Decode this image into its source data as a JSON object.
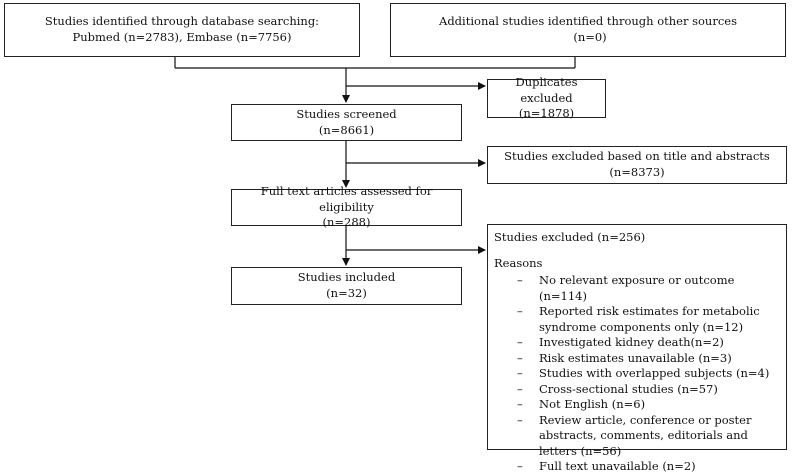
{
  "identification": {
    "database_line1": "Studies identified through database searching:",
    "database_line2": "Pubmed  (n=2783), Embase  (n=7756)",
    "other_line1": "Additional studies identified through other sources",
    "other_line2": "(n=0)"
  },
  "duplicates": {
    "line1": "Duplicates excluded",
    "line2": "(n=1878)"
  },
  "screened": {
    "line1": "Studies screened",
    "line2": "(n=8661)"
  },
  "excluded_title": {
    "line1": "Studies excluded based on title and abstracts",
    "line2": "(n=8373)"
  },
  "fulltext": {
    "line1": "Full text articles assessed for eligibility",
    "line2": "(n=288)"
  },
  "included": {
    "line1": "Studies included",
    "line2": "(n=32)"
  },
  "excluded_fulltext": {
    "title": "Studies excluded (n=256)",
    "reasons_label": "Reasons",
    "reasons": [
      "No relevant exposure or outcome (n=114)",
      "Reported risk estimates for metabolic syndrome components only (n=12)",
      "Investigated kidney death(n=2)",
      "Risk estimates unavailable (n=3)",
      "Studies with overlapped subjects (n=4)",
      "Cross-sectional studies (n=57)",
      "Not English (n=6)",
      "Review article, conference or poster abstracts, comments, editorials and letters (n=56)",
      "Full text unavailable (n=2)"
    ]
  }
}
